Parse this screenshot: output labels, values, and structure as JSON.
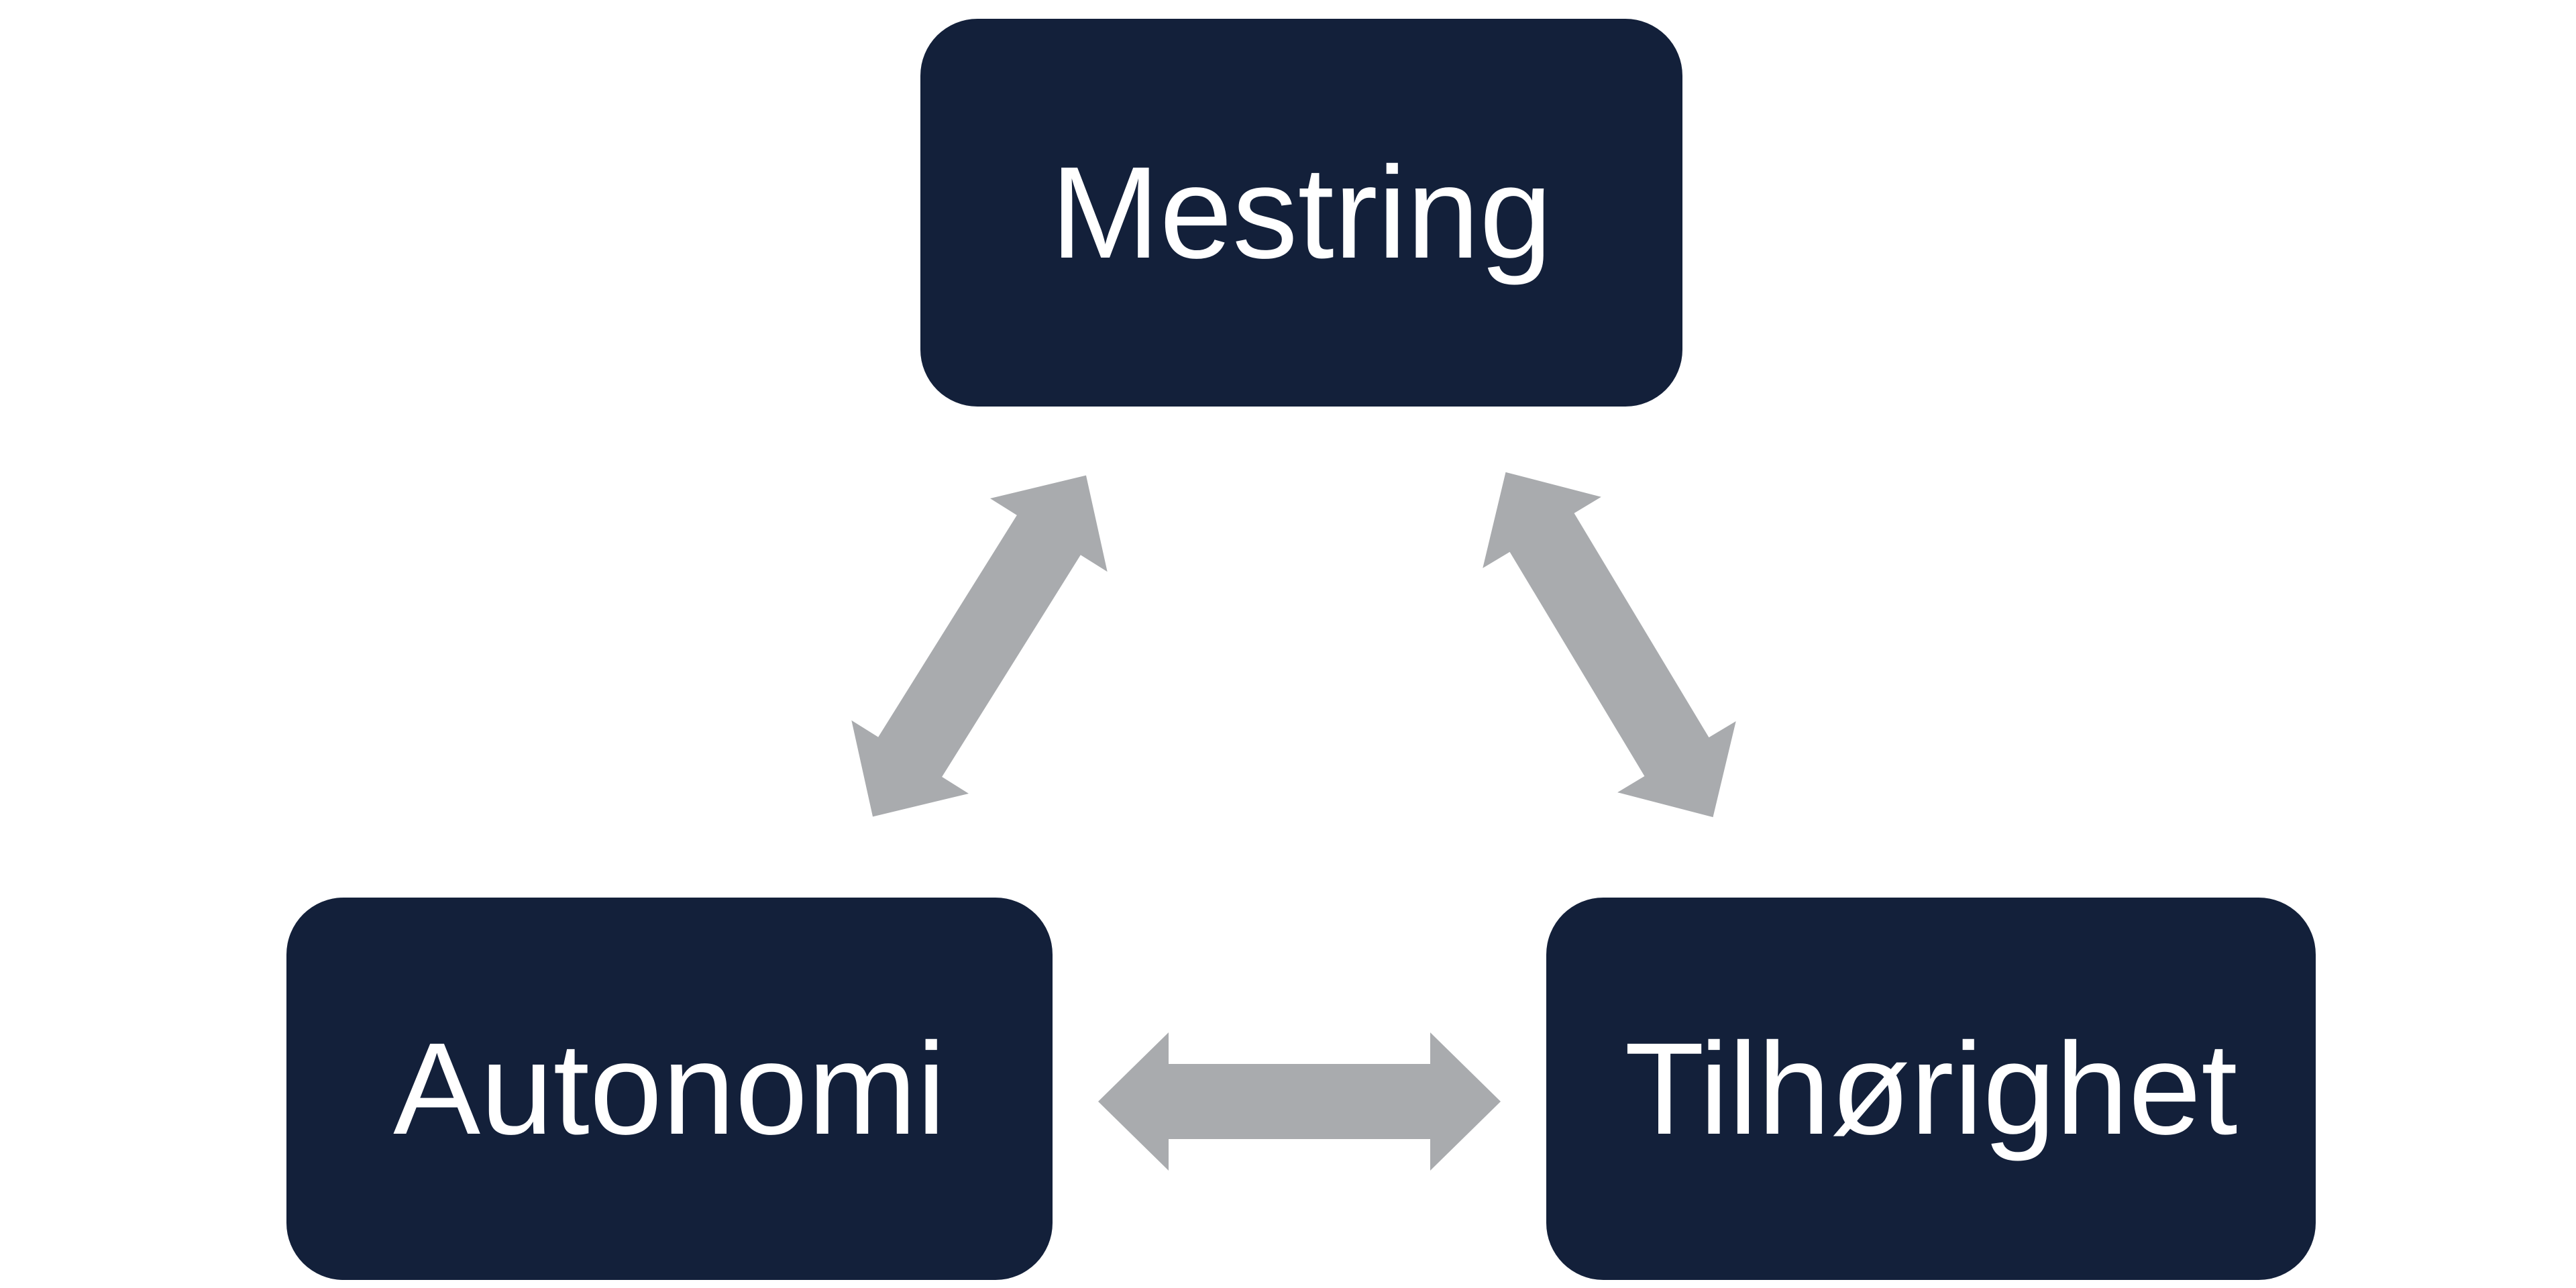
{
  "diagram": {
    "type": "relationship-triangle",
    "nodes": [
      {
        "id": "mestring",
        "label": "Mestring"
      },
      {
        "id": "autonomi",
        "label": "Autonomi"
      },
      {
        "id": "tilhorighet",
        "label": "Tilhørighet"
      }
    ],
    "edges": [
      {
        "from": "mestring",
        "to": "autonomi",
        "bidirectional": true
      },
      {
        "from": "mestring",
        "to": "tilhorighet",
        "bidirectional": true
      },
      {
        "from": "autonomi",
        "to": "tilhorighet",
        "bidirectional": true
      }
    ],
    "colors": {
      "node_fill": "#13203A",
      "node_text": "#FFFFFF",
      "arrow": "#A9ABAE",
      "background": "#FFFFFF"
    }
  }
}
